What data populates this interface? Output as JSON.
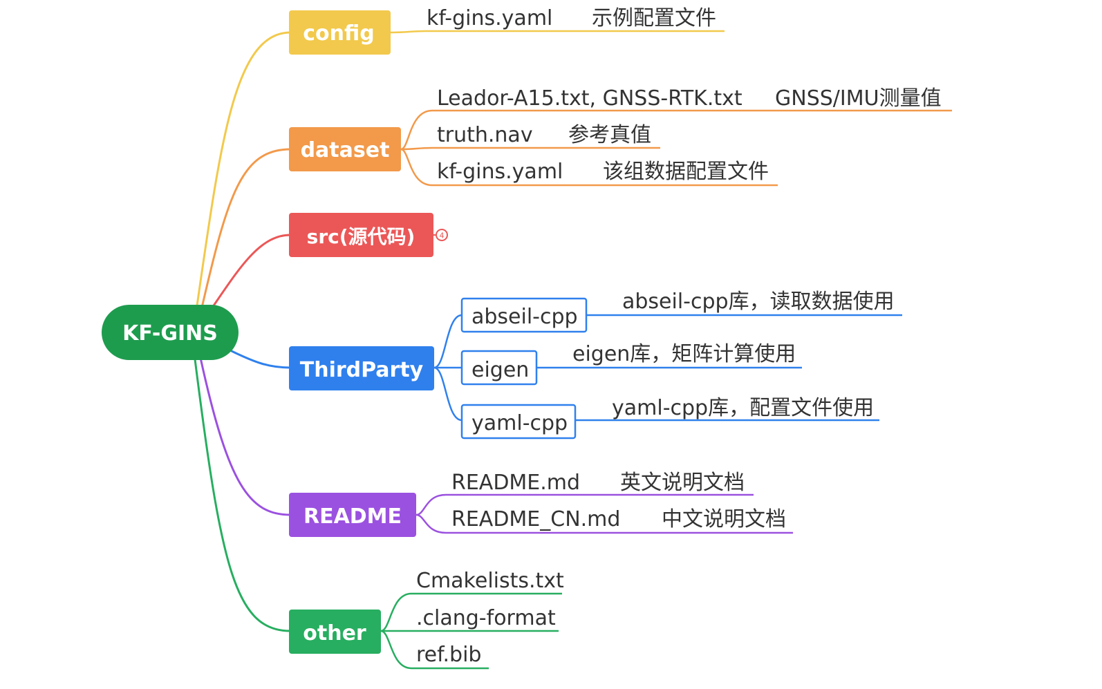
{
  "root": {
    "label": "KF-GINS",
    "color": "#1E9C4E"
  },
  "branches": [
    {
      "id": "config",
      "label": "config",
      "color": "#F2C94C",
      "leaves": [
        {
          "name": "kf-gins.yaml",
          "desc": "示例配置文件"
        }
      ]
    },
    {
      "id": "dataset",
      "label": "dataset",
      "color": "#F2994A",
      "leaves": [
        {
          "name": "Leador-A15.txt, GNSS-RTK.txt",
          "desc": "GNSS/IMU测量值"
        },
        {
          "name": "truth.nav",
          "desc": "参考真值"
        },
        {
          "name": "kf-gins.yaml",
          "desc": "该组数据配置文件"
        }
      ]
    },
    {
      "id": "src",
      "label": "src(源代码)",
      "color": "#EB5757",
      "badge": "4",
      "leaves": []
    },
    {
      "id": "thirdparty",
      "label": "ThirdParty",
      "color": "#2F80ED",
      "subnodes": [
        {
          "name": "abseil-cpp",
          "desc": "abseil-cpp库，读取数据使用"
        },
        {
          "name": "eigen",
          "desc": "eigen库，矩阵计算使用"
        },
        {
          "name": "yaml-cpp",
          "desc": "yaml-cpp库，配置文件使用"
        }
      ]
    },
    {
      "id": "readme",
      "label": "README",
      "color": "#9B51E0",
      "leaves": [
        {
          "name": "README.md",
          "desc": "英文说明文档"
        },
        {
          "name": "README_CN.md",
          "desc": "中文说明文档"
        }
      ]
    },
    {
      "id": "other",
      "label": "other",
      "color": "#27AE60",
      "leaves": [
        {
          "name": "Cmakelists.txt",
          "desc": ""
        },
        {
          "name": ".clang-format",
          "desc": ""
        },
        {
          "name": "ref.bib",
          "desc": ""
        }
      ]
    }
  ]
}
